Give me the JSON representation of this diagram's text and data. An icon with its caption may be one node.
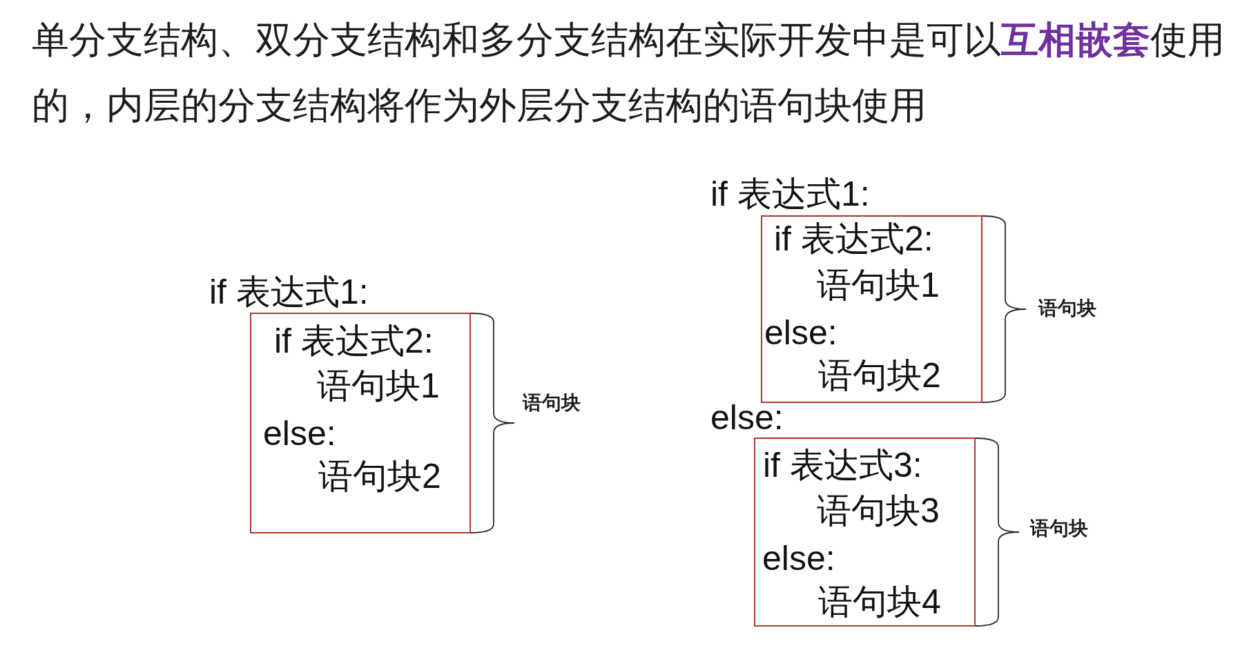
{
  "diagram": {
    "title": "单分支结构、双分支结构和多分支结构在实际开发中是可以**互相嵌套**使用的，内层的分支结构将作为外层分支结构的语句块使用",
    "nodes": [
      {
        "text": [
          "if 表达式2:",
          "语句块1",
          "else:",
          "语句块2"
        ]
      },
      {
        "text": [
          "if 表达式2:",
          "语句块1",
          "else:",
          "语句块2"
        ]
      },
      {
        "text": [
          "if 表达式3:",
          "语句块3",
          "else:",
          "语句块4"
        ]
      }
    ],
    "labels": [
      "if 表达式1:",
      "语句块",
      "if 表达式1:",
      "语句块",
      "else:",
      "语句块"
    ]
  }
}
